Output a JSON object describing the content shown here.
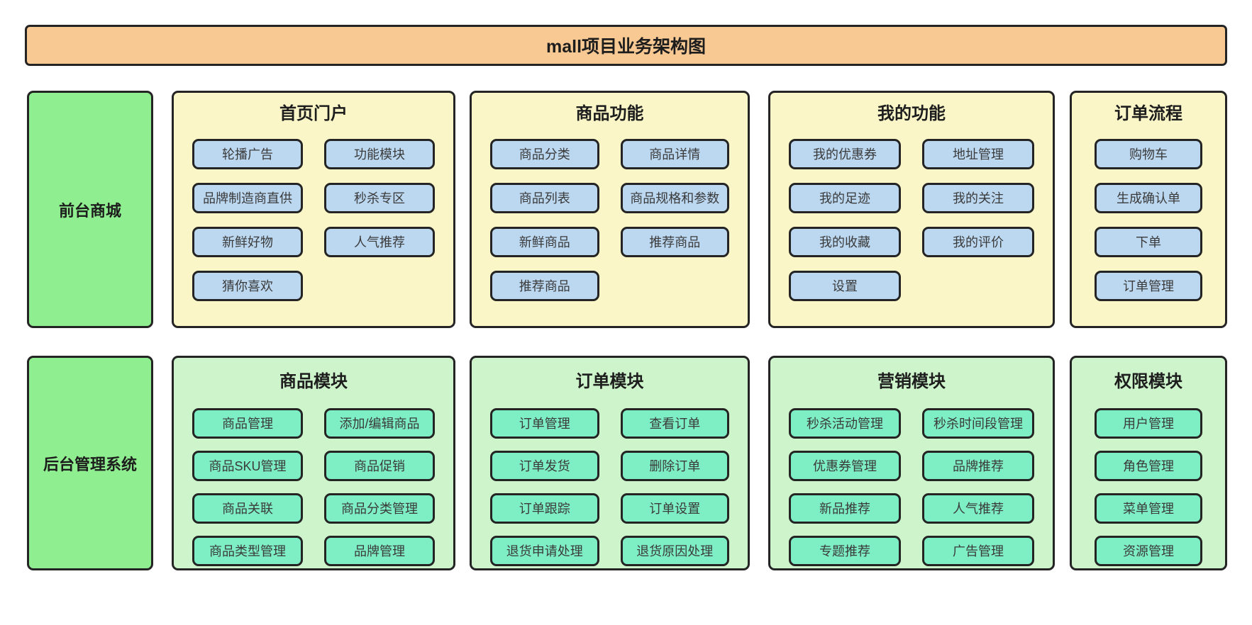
{
  "title": "mall项目业务架构图",
  "rows": [
    {
      "label": "前台商城",
      "panels": [
        {
          "title": "首页门户",
          "buttons": [
            "轮播广告",
            "功能模块",
            "品牌制造商直供",
            "秒杀专区",
            "新鲜好物",
            "人气推荐",
            "猜你喜欢"
          ]
        },
        {
          "title": "商品功能",
          "buttons": [
            "商品分类",
            "商品详情",
            "商品列表",
            "商品规格和参数",
            "新鲜商品",
            "推荐商品",
            "推荐商品"
          ]
        },
        {
          "title": "我的功能",
          "buttons": [
            "我的优惠券",
            "地址管理",
            "我的足迹",
            "我的关注",
            "我的收藏",
            "我的评价",
            "设置"
          ]
        },
        {
          "title": "订单流程",
          "buttons": [
            "购物车",
            "生成确认单",
            "下单",
            "订单管理"
          ]
        }
      ]
    },
    {
      "label": "后台管理系统",
      "panels": [
        {
          "title": "商品模块",
          "buttons": [
            "商品管理",
            "添加/编辑商品",
            "商品SKU管理",
            "商品促销",
            "商品关联",
            "商品分类管理",
            "商品类型管理",
            "品牌管理"
          ]
        },
        {
          "title": "订单模块",
          "buttons": [
            "订单管理",
            "查看订单",
            "订单发货",
            "删除订单",
            "订单跟踪",
            "订单设置",
            "退货申请处理",
            "退货原因处理"
          ]
        },
        {
          "title": "营销模块",
          "buttons": [
            "秒杀活动管理",
            "秒杀时间段管理",
            "优惠券管理",
            "品牌推荐",
            "新品推荐",
            "人气推荐",
            "专题推荐",
            "广告管理"
          ]
        },
        {
          "title": "权限模块",
          "buttons": [
            "用户管理",
            "角色管理",
            "菜单管理",
            "资源管理"
          ]
        }
      ]
    }
  ],
  "colors": {
    "title_bg": "#F9C994",
    "label_bg": "#8FEE8F",
    "front_panel_bg": "#FAF6C7",
    "front_node_bg": "#BCD8F1",
    "back_panel_bg": "#CDF4CA",
    "back_node_bg": "#7EEFC5",
    "border": "#242424",
    "text": "#3A3A3A"
  }
}
